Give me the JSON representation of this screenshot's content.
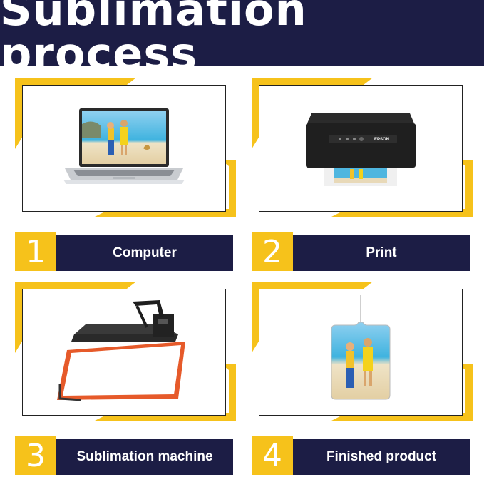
{
  "header": {
    "title": "Sublimation process"
  },
  "colors": {
    "navy": "#1c1d45",
    "yellow": "#f6c21b",
    "press_red": "#e65a2a"
  },
  "steps": [
    {
      "number": "1",
      "label": "Computer",
      "icon": "laptop-icon"
    },
    {
      "number": "2",
      "label": "Print",
      "icon": "printer-icon"
    },
    {
      "number": "3",
      "label": "Sublimation machine",
      "icon": "heat-press-icon"
    },
    {
      "number": "4",
      "label": "Finished product",
      "icon": "air-freshener-icon"
    }
  ],
  "printer": {
    "brand": "EPSON"
  }
}
